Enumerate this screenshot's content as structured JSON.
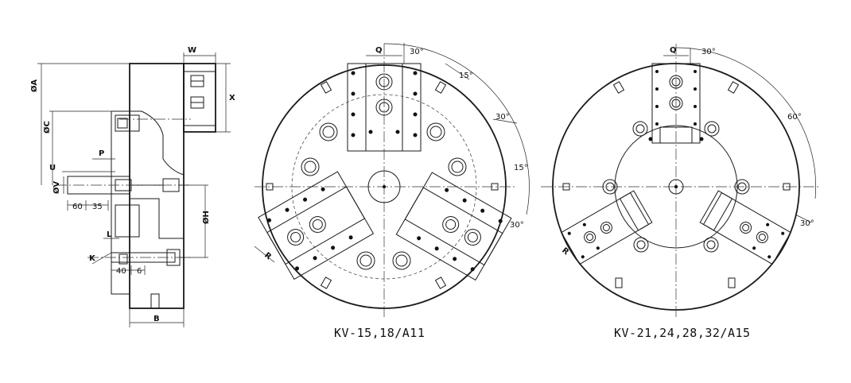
{
  "side_view": {
    "dims": {
      "W": "W",
      "X": "X",
      "OA": "ØA",
      "OC": "ØC",
      "P": "P",
      "U": "U",
      "OV": "ØV",
      "d60": "60",
      "d35": "35",
      "OH": "ØH",
      "L": "L",
      "K": "K",
      "d40": "40",
      "d6": "6",
      "B": "B"
    }
  },
  "front_view_small": {
    "caption": "KV-15,18/A11",
    "labels": {
      "Q": "Q",
      "R": "R",
      "a30_top": "30°",
      "a15_a": "15°",
      "a30_mid": "30°",
      "a15_b": "15°",
      "a30_low": "30°"
    }
  },
  "front_view_large": {
    "caption": "KV-21,24,28,32/A15",
    "labels": {
      "Q": "Q",
      "R": "R",
      "a30_top": "30°",
      "a60": "60°",
      "a30_low": "30°"
    }
  }
}
